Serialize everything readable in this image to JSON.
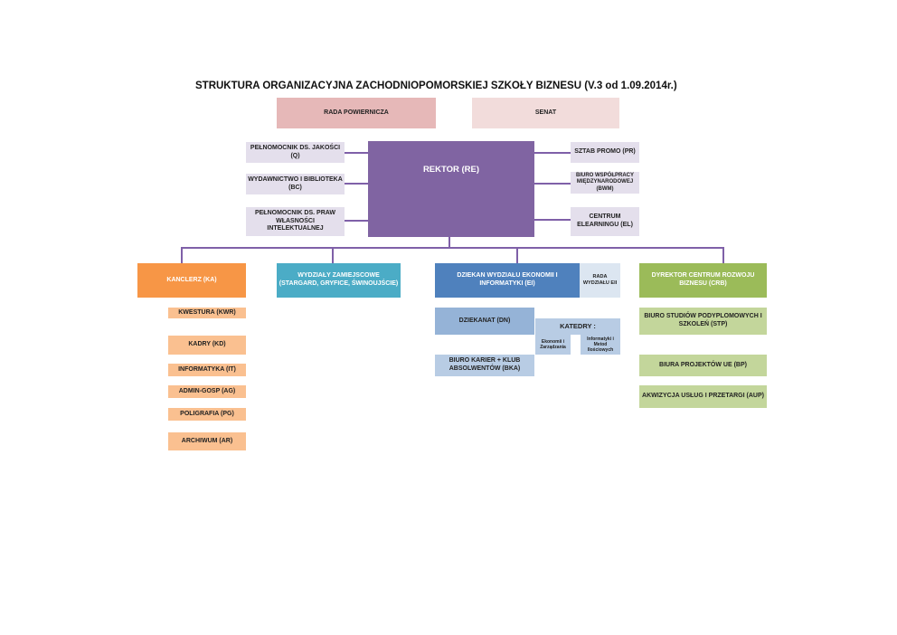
{
  "title": "STRUKTURA ORGANIZACYJNA ZACHODNIOPOMORSKIEJ SZKOŁY BIZNESU (V.3 od 1.09.2014r.)",
  "top": {
    "rada_powiernicza": "RADA POWIERNICZA",
    "senat": "SENAT"
  },
  "rektor": "REKTOR (RE)",
  "left_units": [
    "PEŁNOMOCNIK DS. JAKOŚCI (Q)",
    "WYDAWNICTWO I BIBLIOTEKA (BC)",
    "PEŁNOMOCNIK DS. PRAW WŁASNOŚCI INTELEKTUALNEJ"
  ],
  "right_units": [
    "SZTAB PROMO (PR)",
    "BIURO WSPÓŁPRACY MIĘDZYNARODOWEJ (BWM)",
    "CENTRUM ELEARNINGU (EL)"
  ],
  "kanclerz": {
    "label": "KANCLERZ (KA)",
    "units": [
      "KWESTURA (KWR)",
      "KADRY (KD)",
      "INFORMATYKA (IT)",
      "ADMIN-GOSP (AG)",
      "POLIGRAFIA (PG)",
      "ARCHIWUM (AR)"
    ]
  },
  "wydzialy": "WYDZIAŁY ZAMIEJSCOWE (STARGARD, GRYFICE, ŚWINOUJŚCIE)",
  "dziekan": {
    "label": "DZIEKAN WYDZIAŁU EKONOMII I INFORMATYKI (EI)",
    "rada": "RADA WYDZIAŁU EII",
    "dziekanat": "DZIEKANAT (DN)",
    "biuro_karier": "BIURO KARIER + KLUB ABSOLWENTÓW (BKA)",
    "katedry": {
      "label": "KATEDRY :",
      "items": [
        "Ekonomii i Zarządzania",
        "Informatyki i Metod Ilościowych"
      ]
    }
  },
  "crb": {
    "label": "DYREKTOR CENTRUM ROZWOJU BIZNESU (CRB)",
    "units": [
      "BIURO STUDIÓW PODYPLOMOWYCH I SZKOLEŃ (STP)",
      "BIURA PROJEKTÓW UE (BP)",
      "AKWIZYCJA USŁUG I PRZETARGI (AUP)"
    ]
  }
}
